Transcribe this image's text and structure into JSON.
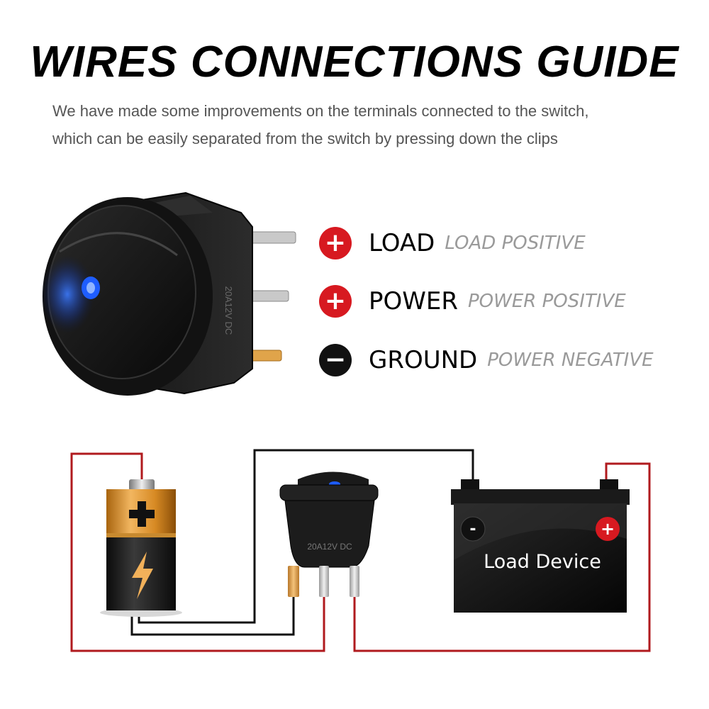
{
  "header": {
    "title": "WIRES CONNECTIONS GUIDE",
    "subtitle_line1": "We have made some improvements on the terminals connected to the switch,",
    "subtitle_line2": "which can be easily separated from the switch by pressing down the clips"
  },
  "legend": [
    {
      "sign": "+",
      "type": "positive",
      "label": "LOAD",
      "description": "LOAD POSITIVE"
    },
    {
      "sign": "+",
      "type": "positive",
      "label": "POWER",
      "description": "POWER POSITIVE"
    },
    {
      "sign": "−",
      "type": "negative",
      "label": "GROUND",
      "description": "POWER NEGATIVE"
    }
  ],
  "switch_marking": "20A12V DC",
  "load_device": {
    "label": "Load Device",
    "minus": "-",
    "plus": "+"
  },
  "colors": {
    "positive": "#d71920",
    "negative": "#111111",
    "wire_red": "#b01a1e",
    "wire_black": "#111111",
    "led_blue": "#1e5dff",
    "terminal_gold": "#e0a44a"
  },
  "icons": [
    "battery-icon",
    "lightning-icon",
    "rocker-switch-icon",
    "load-device-icon"
  ]
}
